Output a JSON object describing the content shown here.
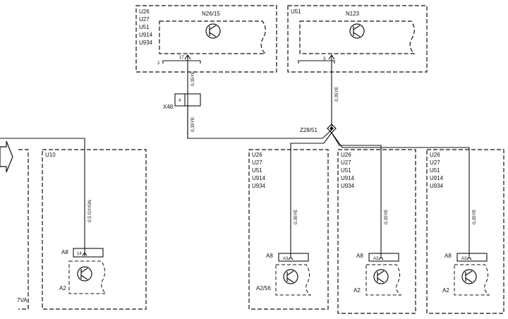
{
  "colors": {
    "line": "#111111",
    "background": "#ffffff"
  },
  "top_left": {
    "variants": [
      "U26",
      "U27",
      "U51",
      "U914",
      "U934"
    ],
    "component": "N26/15",
    "pin_a": "17",
    "pin_b": "2",
    "wire": "0,35YE"
  },
  "top_right": {
    "variant": "U51",
    "component": "N123",
    "pin": "3",
    "wire": "0,35YE"
  },
  "connector": {
    "name": "X48",
    "pin": "4",
    "wire": "0,35YE"
  },
  "splice": {
    "name": "Z28/51"
  },
  "left_module": {
    "variant": "U10",
    "wire": "0,5 GY/GN",
    "pin_label": "A8",
    "pin": "14",
    "component": "A2",
    "cut_label": "7VA"
  },
  "modules": [
    {
      "variants": [
        "U26",
        "U27",
        "U51",
        "U914",
        "U934"
      ],
      "wire": "0,35YE",
      "pin_label": "A8",
      "pin": "A3",
      "component": "A2/56"
    },
    {
      "variants": [
        "U26",
        "U27",
        "U51",
        "U914",
        "U934"
      ],
      "wire": "0,35YE",
      "pin_label": "A8",
      "pin": "A3",
      "component": "A2"
    },
    {
      "variants": [
        "U26",
        "U27",
        "U51",
        "U914",
        "U934"
      ],
      "wire": "0,35YE",
      "pin_label": "A8",
      "pin": "A3",
      "component": "A2"
    }
  ]
}
